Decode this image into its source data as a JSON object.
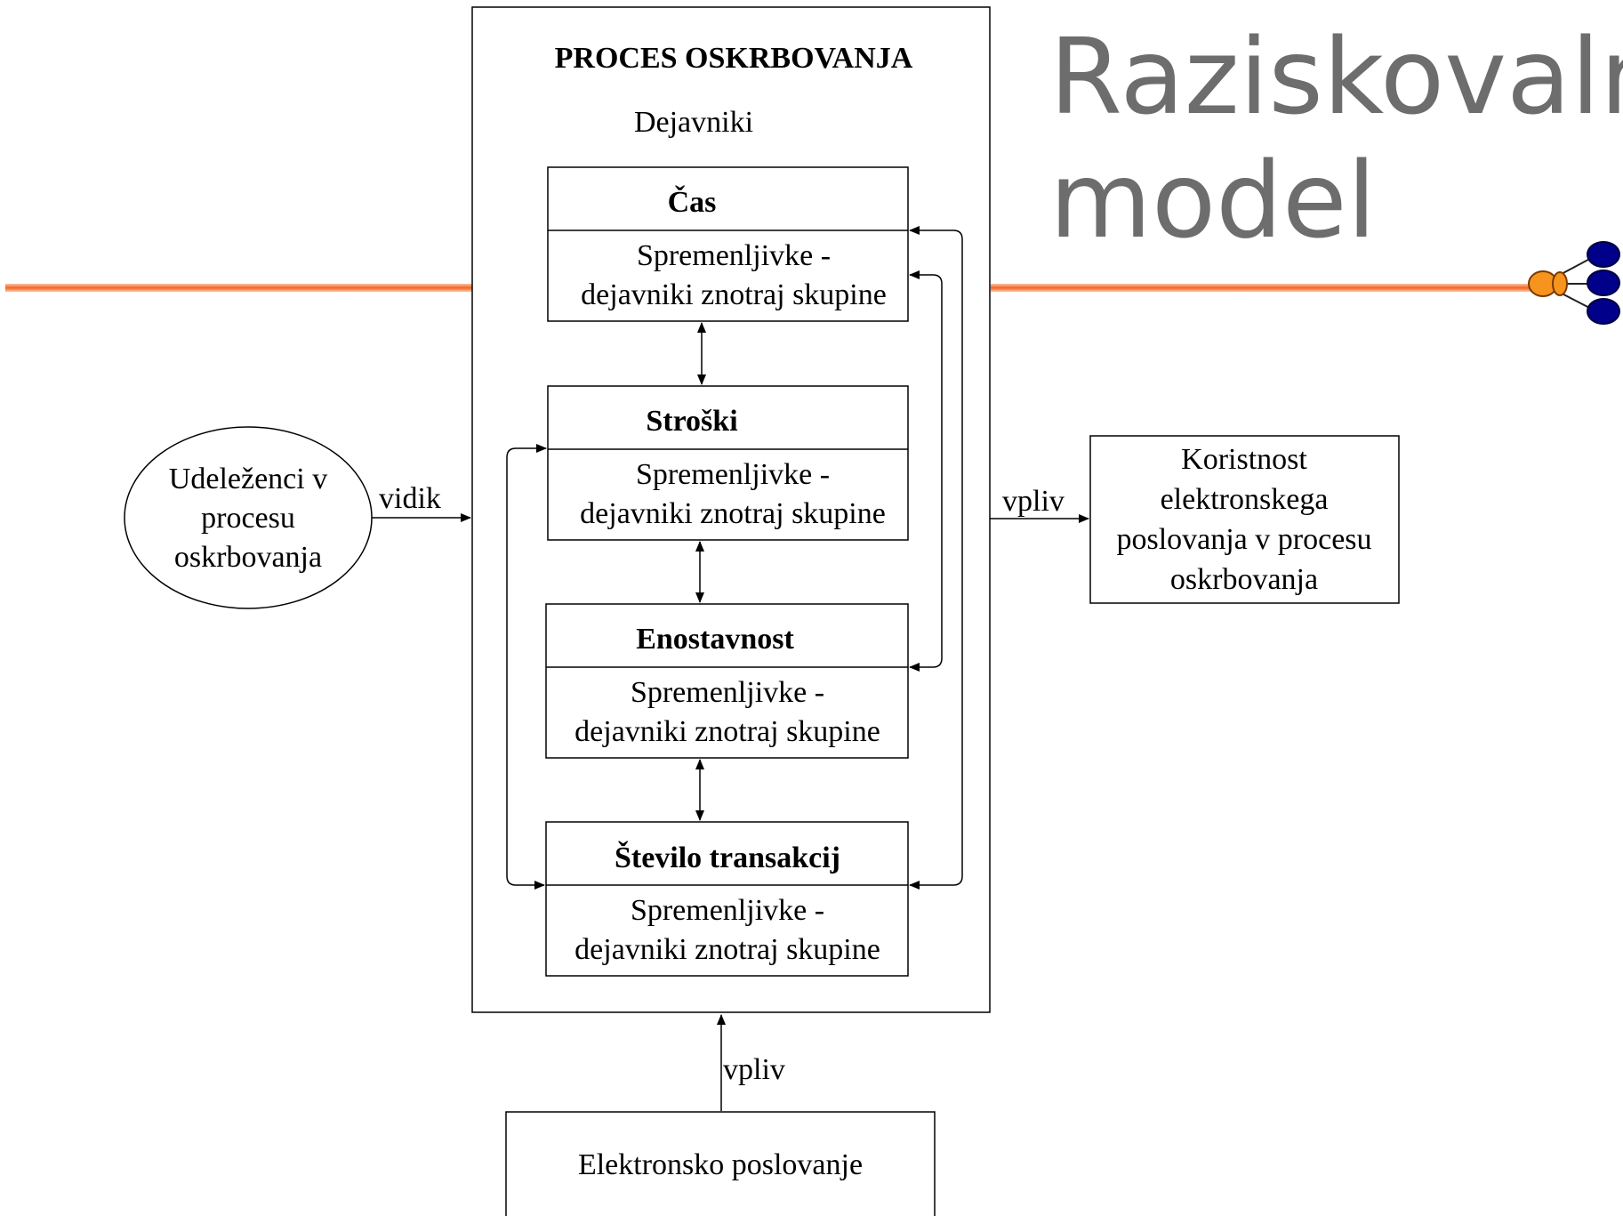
{
  "slide": {
    "title_line1": "Raziskovalni",
    "title_line2": "model",
    "colors": {
      "accent_line": "#f26522",
      "title": "#6d6d6d",
      "logo_orange": "#f7941d",
      "logo_blue": "#00008b"
    },
    "logo": "molecule-logo-icon"
  },
  "diagram": {
    "process_title": "PROCES OSKRBOVANJA",
    "factors_label": "Dejavniki",
    "factor_boxes": [
      {
        "name": "Čas",
        "desc1": "Spremenljivke -",
        "desc2": "dejavniki znotraj skupine"
      },
      {
        "name": "Stroški",
        "desc1": "Spremenljivke -",
        "desc2": "dejavniki znotraj skupine"
      },
      {
        "name": "Enostavnost",
        "desc1": "Spremenljivke -",
        "desc2": "dejavniki znotraj skupine"
      },
      {
        "name": "Število transakcij",
        "desc1": "Spremenljivke -",
        "desc2": "dejavniki znotraj skupine"
      }
    ],
    "participants": {
      "line1": "Udeleženci v",
      "line2": "procesu",
      "line3": "oskrbovanja"
    },
    "vidik_label": "vidik",
    "vpliv_right_label": "vpliv",
    "benefit": {
      "line1": "Koristnost",
      "line2": "elektronskega",
      "line3": "poslovanja v procesu",
      "line4": "oskrbovanja"
    },
    "vpliv_bottom_label": "vpliv",
    "ebusiness_label": "Elektronsko poslovanje"
  }
}
